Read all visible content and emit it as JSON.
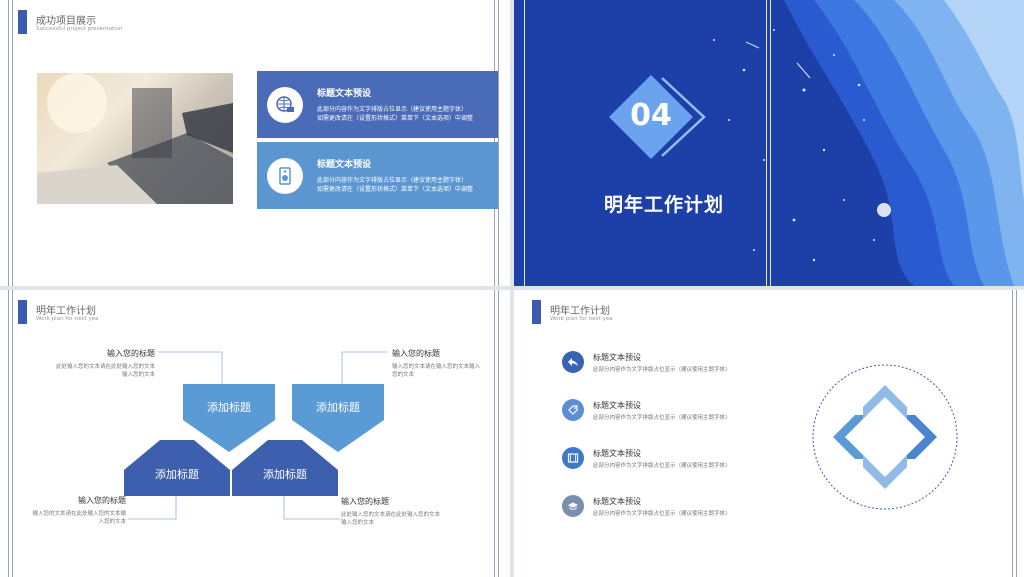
{
  "slide1": {
    "title": "成功项目展示",
    "subtitle": "Successful project presentation",
    "cards": [
      {
        "title": "标题文本预设",
        "line1": "此部分内容作为文字排版占位显示（建议使用主题字体）",
        "line2": "如需更改请在（设置形状格式）菜单下（文本选项）中调整"
      },
      {
        "title": "标题文本预设",
        "line1": "此部分内容作为文字排版占位显示（建议使用主题字体）",
        "line2": "如需更改请在（设置形状格式）菜单下（文本选项）中调整"
      }
    ],
    "colors": {
      "card1": "#4a6bb8",
      "card2": "#5b96d0"
    }
  },
  "slide2": {
    "number": "04",
    "title": "明年工作计划"
  },
  "slide3": {
    "title": "明年工作计划",
    "subtitle": "Work plan for next yea",
    "shapes": [
      "添加标题",
      "添加标题",
      "添加标题",
      "添加标题"
    ],
    "labels": [
      {
        "title": "输入您的标题",
        "desc1": "此处输入您的文本请在此处输入您的文本",
        "desc2": "输入您的文本"
      },
      {
        "title": "输入您的标题",
        "desc1": "输入您的文本请在输入您的文本输入",
        "desc2": "您的文本"
      },
      {
        "title": "输入您的标题",
        "desc1": "输入您的文本请在此处输入您的文本输",
        "desc2": "入您的文本"
      },
      {
        "title": "输入您的标题",
        "desc1": "此处输入您的文本请在此处输入您的文本",
        "desc2": "输入您的文本"
      }
    ]
  },
  "slide4": {
    "title": "明年工作计划",
    "subtitle": "Work plan for next yea",
    "items": [
      {
        "title": "标题文本预设",
        "desc": "此部分内容作为文字排版占位显示（建议使用主题字体）",
        "icon": "reply-icon",
        "color": "#3a62b4"
      },
      {
        "title": "标题文本预设",
        "desc": "此部分内容作为文字排版占位显示（建议使用主题字体）",
        "icon": "tag-icon",
        "color": "#5a8fd4"
      },
      {
        "title": "标题文本预设",
        "desc": "此部分内容作为文字排版占位显示（建议使用主题字体）",
        "icon": "film-icon",
        "color": "#3f78c8"
      },
      {
        "title": "标题文本预设",
        "desc": "此部分内容作为文字排版占位显示（建议使用主题字体）",
        "icon": "graduation-icon",
        "color": "#7a8fae"
      }
    ]
  }
}
